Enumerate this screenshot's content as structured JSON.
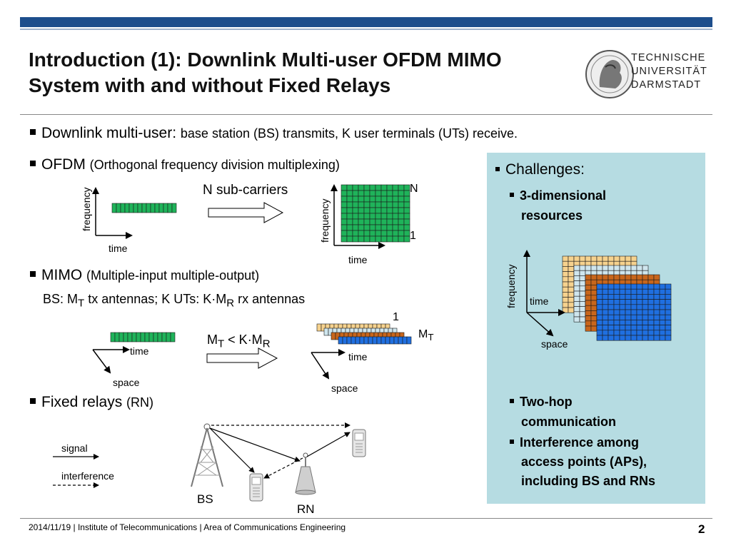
{
  "title_line1": "Introduction (1): Downlink Multi-user OFDM MIMO",
  "title_line2": "System with and without Fixed Relays",
  "logo": {
    "line1": "TECHNISCHE",
    "line2": "UNIVERSITÄT",
    "line3": "DARMSTADT"
  },
  "bullets": {
    "downlink_main": "Downlink multi-user:",
    "downlink_rest": "base station (BS) transmits, K user terminals (UTs) receive.",
    "ofdm_main": "OFDM",
    "ofdm_rest": "(Orthogonal frequency division multiplexing)",
    "mimo_main": "MIMO",
    "mimo_rest": "(Multiple-input multiple-output)",
    "mimo_line2_a": "BS: M",
    "mimo_line2_sub1": "T",
    "mimo_line2_b": " tx antennas; K UTs: K·M",
    "mimo_line2_sub2": "R",
    "mimo_line2_c": " rx antennas",
    "relays_main": "Fixed relays",
    "relays_rest": "(RN)"
  },
  "diagram": {
    "frequency": "frequency",
    "time": "time",
    "space": "space",
    "n_subcarriers": "N sub-carriers",
    "n_label": "N",
    "one_label": "1",
    "mt_cond_a": "M",
    "mt_cond_sub1": "T",
    "mt_cond_b": " < K·M",
    "mt_cond_sub2": "R",
    "mt_label": "M",
    "mt_label_sub": "T",
    "signal": "signal",
    "interference": "interference",
    "bs": "BS",
    "rn": "RN"
  },
  "challenges": {
    "heading": "Challenges:",
    "item1_line1": "3-dimensional",
    "item1_line2": "resources",
    "item2_line1": "Two-hop",
    "item2_line2": "communication",
    "item3_line1": "Interference among",
    "item3_line2": "access points (APs),",
    "item3_line3": "including BS and RNs"
  },
  "footer": {
    "text": "2014/11/19  |  Institute of Telecommunications    |  Area of Communications Engineering",
    "page": "2"
  },
  "colors": {
    "bar": "#1d4e8c",
    "panel": "#b6dce2",
    "green": "#1fb35a",
    "yellow": "#f6d28e",
    "light_blue": "#cfe6ee",
    "orange": "#c8661c",
    "blue": "#1f6fe0"
  }
}
